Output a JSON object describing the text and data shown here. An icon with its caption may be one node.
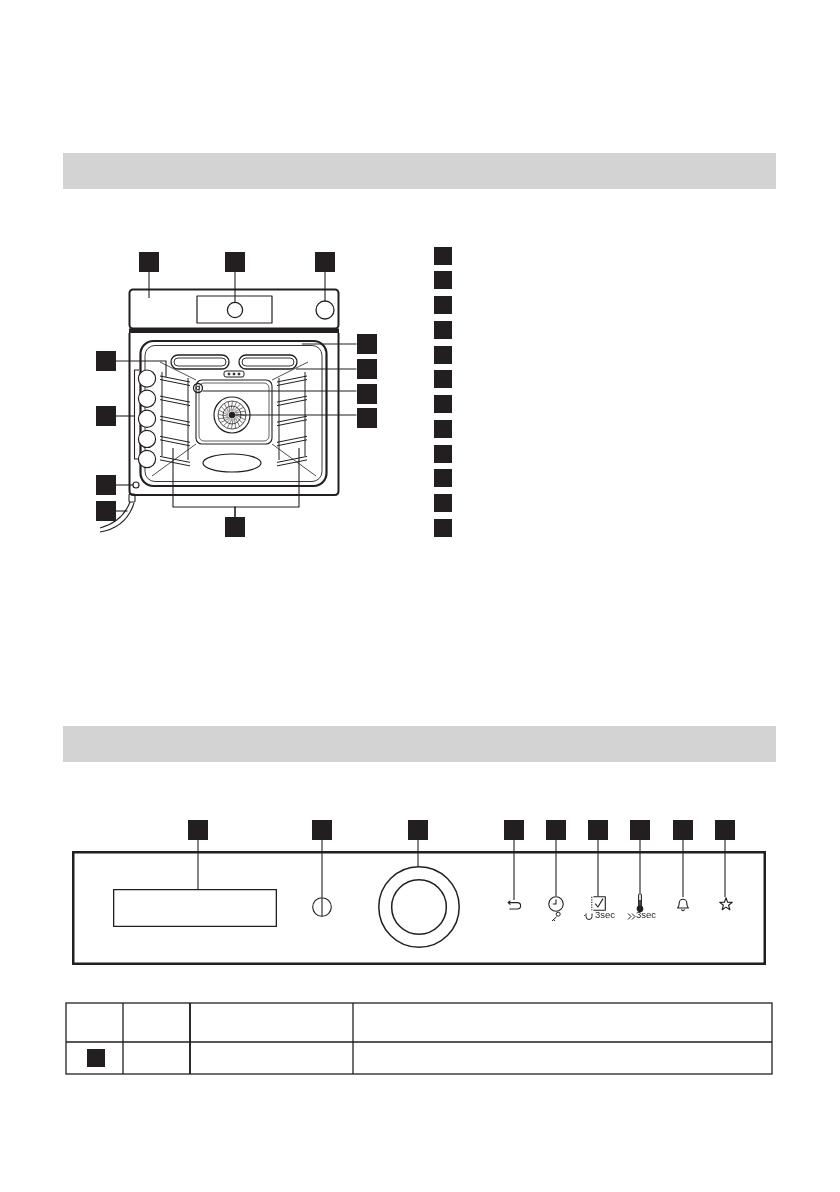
{
  "diagram": {
    "nodes": [
      {
        "text": [],
        "shape": "bar"
      },
      {
        "text": [],
        "shape": "picture"
      },
      {
        "text": [],
        "shape": "box"
      },
      {
        "text": [],
        "shape": "box"
      },
      {
        "text": [],
        "shape": "box"
      },
      {
        "text": [],
        "shape": "box"
      },
      {
        "text": [],
        "shape": "box"
      },
      {
        "text": [],
        "shape": "box"
      },
      {
        "text": [],
        "shape": "box"
      },
      {
        "text": [],
        "shape": "box"
      },
      {
        "text": [],
        "shape": "box"
      },
      {
        "text": [],
        "shape": "box"
      },
      {
        "text": [],
        "shape": "box"
      },
      {
        "text": [],
        "shape": "box"
      },
      {
        "text": [],
        "shape": "box"
      },
      {
        "text": [],
        "shape": "box"
      },
      {
        "text": [],
        "shape": "box"
      },
      {
        "text": [],
        "shape": "box"
      },
      {
        "text": [],
        "shape": "box"
      },
      {
        "text": [],
        "shape": "box"
      },
      {
        "text": [],
        "shape": "box"
      },
      {
        "text": [],
        "shape": "box"
      },
      {
        "text": [],
        "shape": "box"
      },
      {
        "text": [],
        "shape": "box"
      },
      {
        "text": [],
        "shape": "box"
      },
      {
        "text": [],
        "shape": "box"
      },
      {
        "text": [],
        "shape": "bar"
      },
      {
        "text": [],
        "shape": "box"
      },
      {
        "text": [],
        "shape": "box"
      },
      {
        "text": [],
        "shape": "box"
      },
      {
        "text": [],
        "shape": "box"
      },
      {
        "text": [],
        "shape": "box"
      },
      {
        "text": [],
        "shape": "box"
      },
      {
        "text": [],
        "shape": "box"
      },
      {
        "text": [],
        "shape": "box"
      },
      {
        "text": [],
        "shape": "box"
      },
      {
        "text": [],
        "shape": "box"
      },
      {
        "text": [],
        "shape": "box",
        "in": 36
      },
      {
        "text": [],
        "shape": "picture",
        "in": 36
      },
      {
        "text": [],
        "shape": "circle",
        "in": 36
      },
      {
        "text": [],
        "shape": "picture",
        "in": 36
      },
      {
        "text": [],
        "shape": "picture",
        "in": 36
      },
      {
        "text": [],
        "shape": "picture",
        "in": 36,
        "beside": [
          "3sec"
        ]
      },
      {
        "text": [],
        "shape": "picture",
        "in": 36,
        "beside": [
          "3sec"
        ]
      },
      {
        "text": [],
        "shape": "picture",
        "in": 36
      },
      {
        "text": [],
        "shape": "picture",
        "in": 36
      },
      {
        "text": [],
        "shape": "box"
      }
    ],
    "edges": [
      {
        "from": 2,
        "to": 1,
        "arrow": "none"
      },
      {
        "from": 3,
        "to": 1,
        "arrow": "none"
      },
      {
        "from": 4,
        "to": 1,
        "arrow": "none"
      },
      {
        "from": 5,
        "to": 1,
        "arrow": "none"
      },
      {
        "from": 6,
        "to": 1,
        "arrow": "none"
      },
      {
        "from": 7,
        "to": 1,
        "arrow": "none"
      },
      {
        "from": 8,
        "to": 1,
        "arrow": "none"
      },
      {
        "from": 9,
        "to": 1,
        "arrow": "none"
      },
      {
        "from": 10,
        "to": 1,
        "arrow": "none"
      },
      {
        "from": 11,
        "to": 1,
        "arrow": "none"
      },
      {
        "from": 12,
        "to": 1,
        "arrow": "none"
      },
      {
        "from": 13,
        "to": 1,
        "arrow": "none"
      },
      {
        "from": 13,
        "to": 1,
        "arrow": "none"
      },
      {
        "from": 27,
        "to": 37,
        "arrow": "none"
      },
      {
        "from": 28,
        "to": 38,
        "arrow": "none"
      },
      {
        "from": 29,
        "to": 39,
        "arrow": "none"
      },
      {
        "from": 30,
        "to": 40,
        "arrow": "none"
      },
      {
        "from": 31,
        "to": 41,
        "arrow": "none"
      },
      {
        "from": 32,
        "to": 42,
        "arrow": "none"
      },
      {
        "from": 33,
        "to": 43,
        "arrow": "none"
      },
      {
        "from": 34,
        "to": 44,
        "arrow": "none"
      },
      {
        "from": 35,
        "to": 45,
        "arrow": "none"
      }
    ]
  }
}
